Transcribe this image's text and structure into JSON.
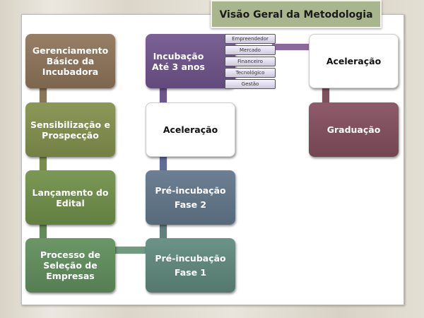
{
  "title": "Visão Geral da Metodologia",
  "boxes": {
    "gerenciamento": "Gerenciamento\nBásico da\nIncubadora",
    "sensibilizacao": "Sensibilização e\nProspecção",
    "lancamento": "Lançamento do\nEdital",
    "processo": "Processo de\nSeleção de\nEmpresas",
    "incubacao": "Incubação\nAté 3 anos",
    "aceleracao_mid": "Aceleração",
    "pre2": "Pré-incubação\nFase 2",
    "pre1": "Pré-incubação\nFase 1",
    "aceleracao_right": "Aceleração",
    "graduacao": "Graduação"
  },
  "tabs": [
    "Empreendedor",
    "Mercado",
    "Financeiro",
    "Tecnológico",
    "Gestão"
  ],
  "colors": {
    "gerenciamento": "#8b735a",
    "sensibilizacao": "#808c4e",
    "lancamento": "#6f8b4a",
    "processo": "#5f8a5c",
    "incubacao": "#6e5488",
    "pre2": "#5f7385",
    "pre1": "#5f8579",
    "graduacao": "#81505f"
  }
}
